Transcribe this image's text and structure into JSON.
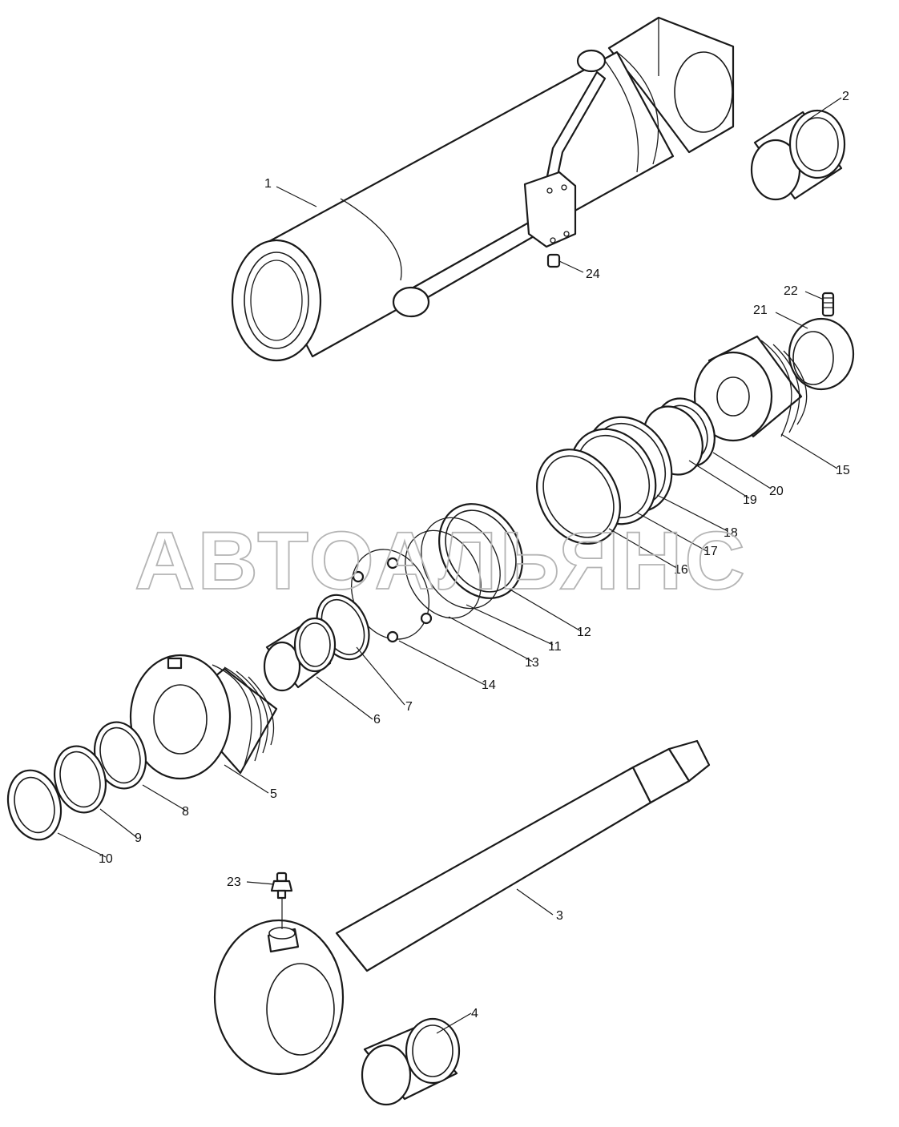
{
  "watermark": "АВТОАЛЬЯНС",
  "callouts": [
    "1",
    "2",
    "3",
    "4",
    "5",
    "6",
    "7",
    "8",
    "9",
    "10",
    "11",
    "12",
    "13",
    "14",
    "15",
    "16",
    "17",
    "18",
    "19",
    "20",
    "21",
    "22",
    "23",
    "24"
  ],
  "colors": {
    "line": "#1a1a1a",
    "background": "#ffffff",
    "watermark": "#b5b5b5"
  }
}
